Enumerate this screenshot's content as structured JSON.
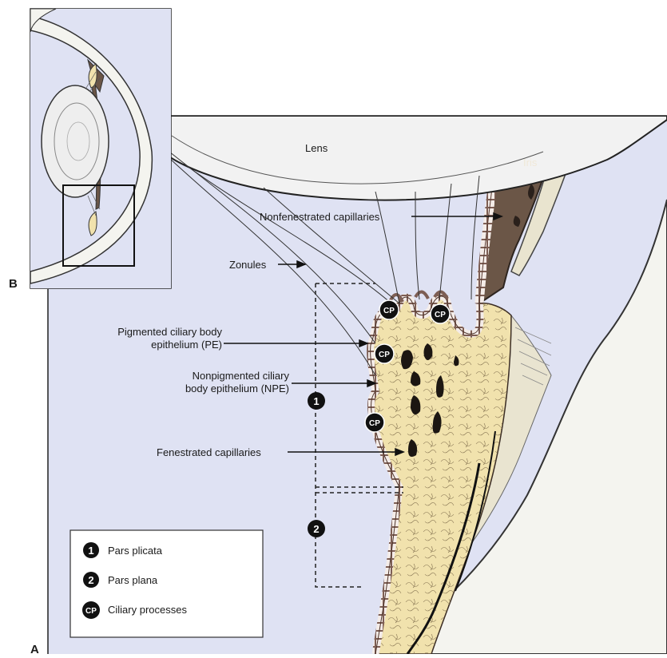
{
  "panels": {
    "a": "A",
    "b": "B"
  },
  "labels": {
    "lens": "Lens",
    "iris": "Iris",
    "nonfenestrated": "Nonfenestrated capillaries",
    "zonules": "Zonules",
    "pe_line1": "Pigmented ciliary body",
    "pe_line2": "epithelium (PE)",
    "npe_line1": "Nonpigmented ciliary",
    "npe_line2": "body epithelium (NPE)",
    "fenestrated": "Fenestrated capillaries"
  },
  "markers": {
    "one": "1",
    "two": "2",
    "cp": "CP"
  },
  "legend": {
    "items": [
      {
        "symbol": "1",
        "label": "Pars plicata"
      },
      {
        "symbol": "2",
        "label": "Pars plana"
      },
      {
        "symbol": "CP",
        "label": "Ciliary processes"
      }
    ]
  },
  "colors": {
    "background": "#dfe2f3",
    "stroma": "#f1e2ad",
    "pigment": "#8a6a5f",
    "iris": "#6b5647",
    "lens": "#f2f2f2",
    "sclera": "#f4f4ef"
  }
}
